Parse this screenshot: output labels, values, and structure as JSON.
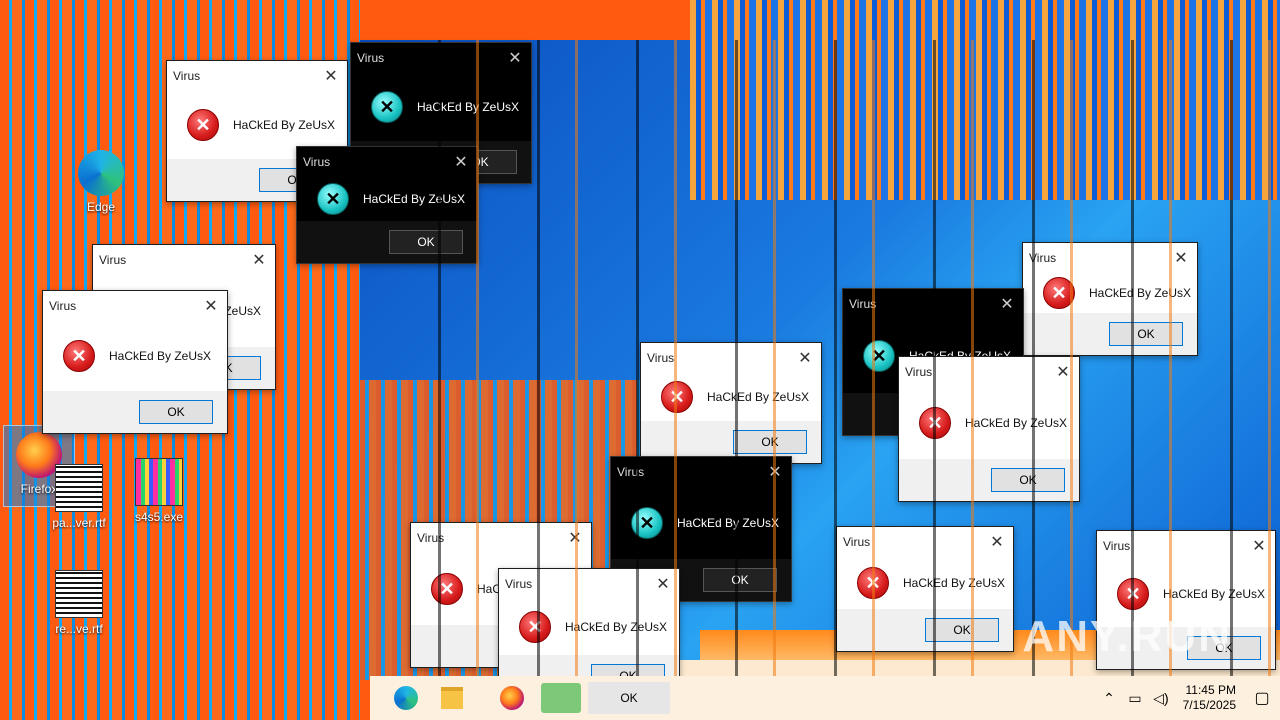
{
  "dialog": {
    "title": "Virus",
    "message": "HaCkEd By ZeUsX",
    "ok_label": "OK",
    "close_glyph": "✕",
    "error_icon": "error-x-icon"
  },
  "desktop": {
    "icons": [
      {
        "label": "Firefox",
        "icon": "firefox-icon"
      },
      {
        "label": "Edge",
        "icon": "edge-icon"
      },
      {
        "label": "pa...ver.rtf",
        "icon": "document-icon"
      },
      {
        "label": "s4s5.exe",
        "icon": "executable-icon"
      },
      {
        "label": "re...ve.rtf",
        "icon": "document-icon"
      }
    ]
  },
  "taskbar": {
    "time": "11:45 PM",
    "date": "7/15/2025",
    "ok_label": "OK",
    "tray_icons": [
      "chevron-up-icon",
      "network-icon",
      "speaker-icon",
      "notification-icon"
    ]
  },
  "watermark": "ANY.RUN",
  "colors": {
    "accent": "#0078d7",
    "error_red": "#d61a1a",
    "desktop_orange": "#ff5a10",
    "desktop_blue": "#1a7be0"
  }
}
